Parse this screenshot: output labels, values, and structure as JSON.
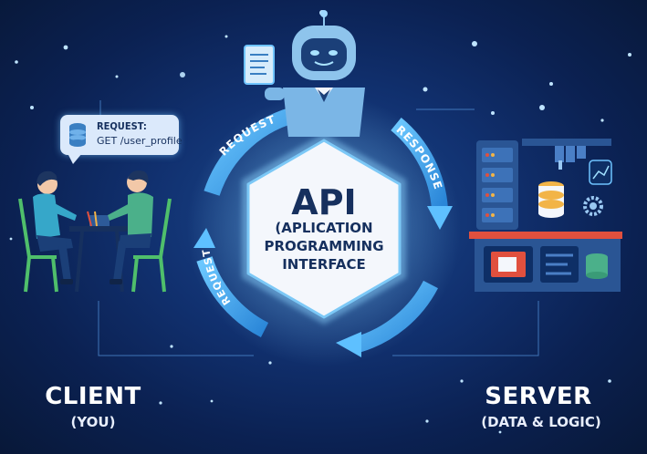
{
  "center": {
    "title": "API",
    "subtitle_lines": [
      "(APLICATION",
      "PROGRAMMING",
      "INTERFACE"
    ]
  },
  "flow": {
    "request_label": "REQUEST",
    "response_label": "RESPONSE",
    "return_label": "REQUEST"
  },
  "bubble": {
    "line1": "REQUEST:",
    "line2": "GET /user_profile"
  },
  "client": {
    "title": "CLIENT",
    "subtitle": "(YOU)"
  },
  "server": {
    "title": "SERVER",
    "subtitle": "(DATA & LOGIC)"
  },
  "colors": {
    "background": "#0b2152",
    "accent_blue": "#3aa6f0",
    "glow": "#8fd6ff",
    "hexagon_fill": "#f4f7fc",
    "text_dark": "#16305e",
    "person_teal": "#36a7c9",
    "person_green": "#4bb08a",
    "chair_green": "#4fbf6b",
    "server_red": "#e0503e"
  },
  "icons": [
    "robot-icon",
    "document-icon",
    "database-icon",
    "server-rack-icon",
    "gear-icon",
    "chart-icon"
  ]
}
